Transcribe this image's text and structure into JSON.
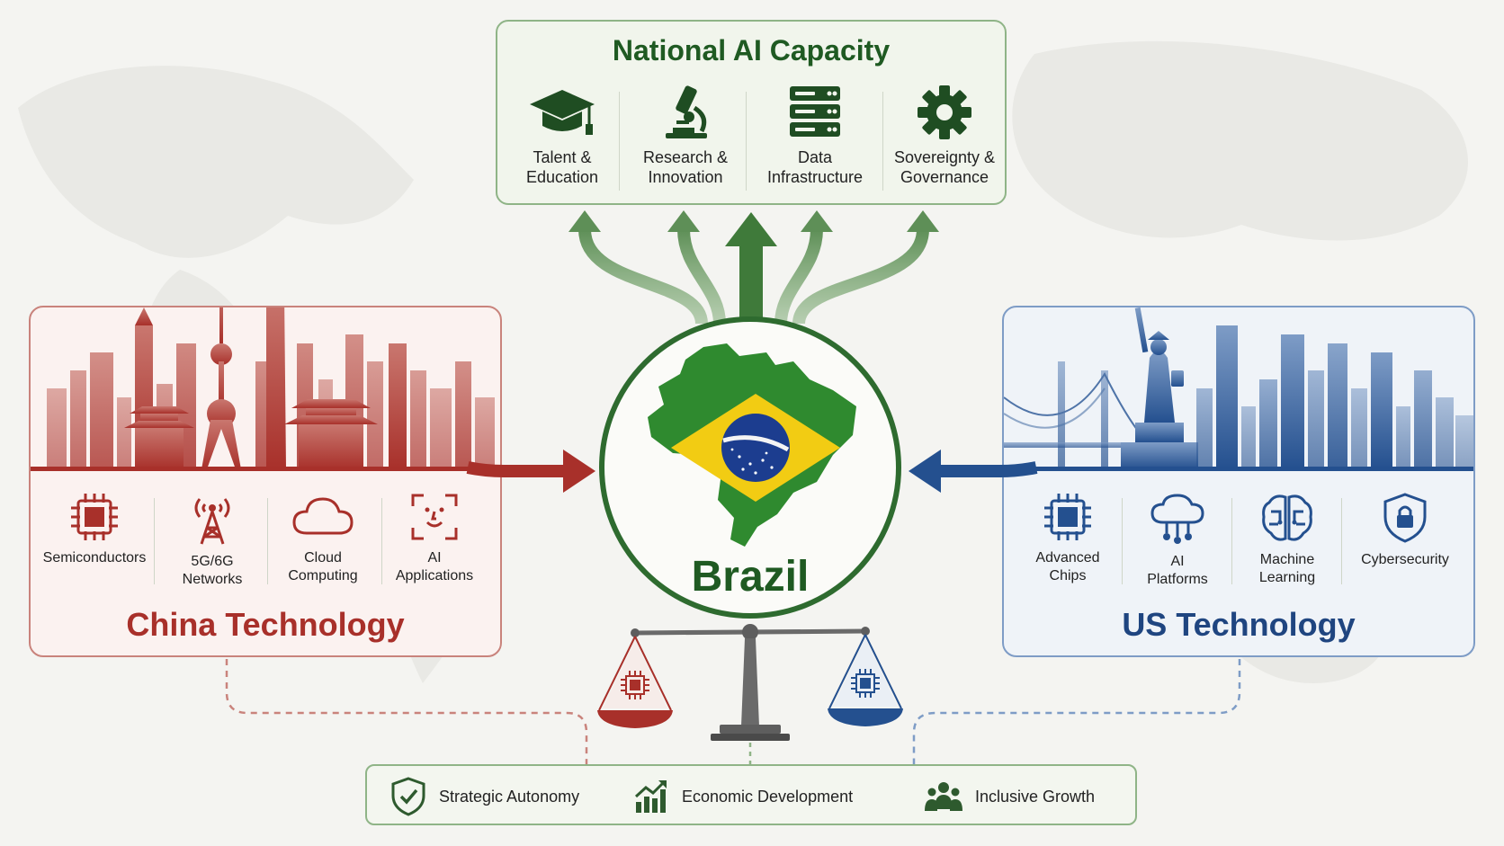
{
  "colors": {
    "china": "#a8302a",
    "us": "#24508f",
    "brazil_green": "#2e6b2f",
    "capacity_green": "#1f5a22"
  },
  "national_capacity": {
    "title": "National AI Capacity",
    "items": [
      {
        "icon": "graduation-cap-icon",
        "line1": "Talent &",
        "line2": "Education"
      },
      {
        "icon": "microscope-icon",
        "line1": "Research &",
        "line2": "Innovation"
      },
      {
        "icon": "server-rack-icon",
        "line1": "Data",
        "line2": "Infrastructure"
      },
      {
        "icon": "gear-icon",
        "line1": "Sovereignty &",
        "line2": "Governance"
      }
    ]
  },
  "china": {
    "title": "China Technology",
    "items": [
      {
        "icon": "chip-icon",
        "line1": "Semiconductors",
        "line2": ""
      },
      {
        "icon": "antenna-tower-icon",
        "line1": "5G/6G",
        "line2": "Networks"
      },
      {
        "icon": "cloud-icon",
        "line1": "Cloud",
        "line2": "Computing"
      },
      {
        "icon": "face-scan-icon",
        "line1": "AI",
        "line2": "Applications"
      }
    ]
  },
  "us": {
    "title": "US Technology",
    "items": [
      {
        "icon": "chip-icon",
        "line1": "Advanced",
        "line2": "Chips"
      },
      {
        "icon": "cloud-network-icon",
        "line1": "AI",
        "line2": "Platforms"
      },
      {
        "icon": "brain-circuit-icon",
        "line1": "Machine",
        "line2": "Learning"
      },
      {
        "icon": "shield-lock-icon",
        "line1": "Cybersecurity",
        "line2": ""
      }
    ]
  },
  "center": {
    "title": "Brazil"
  },
  "goals": [
    {
      "icon": "shield-check-icon",
      "label": "Strategic Autonomy"
    },
    {
      "icon": "growth-chart-icon",
      "label": "Economic Development"
    },
    {
      "icon": "people-group-icon",
      "label": "Inclusive Growth"
    }
  ]
}
